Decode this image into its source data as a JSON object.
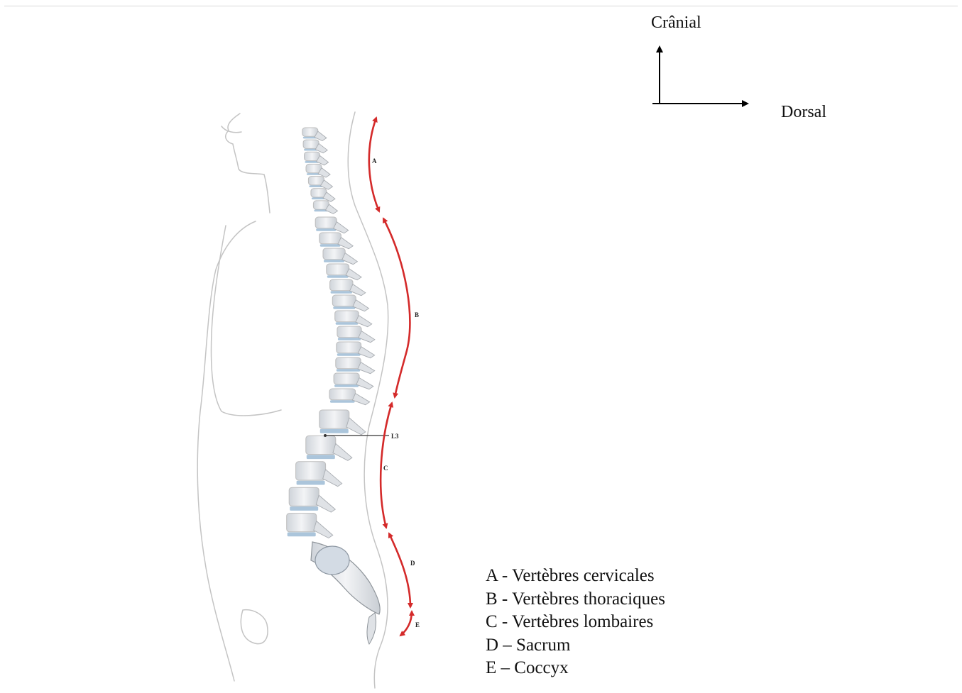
{
  "orientation": {
    "cranial_label": "Crânial",
    "dorsal_label": "Dorsal"
  },
  "segment_letters": [
    "A",
    "B",
    "C",
    "D",
    "E"
  ],
  "vertebra_marker": "L3",
  "legend": [
    "A - Vertèbres cervicales",
    "B - Vertèbres thoraciques",
    "C - Vertèbres lombaires",
    "D – Sacrum",
    "E – Coccyx"
  ],
  "colors": {
    "segment_arrow": "#d42a2a",
    "disc": "#8fb1cf",
    "bone": "#e7e9ec",
    "outline": "#bdbdbd"
  }
}
